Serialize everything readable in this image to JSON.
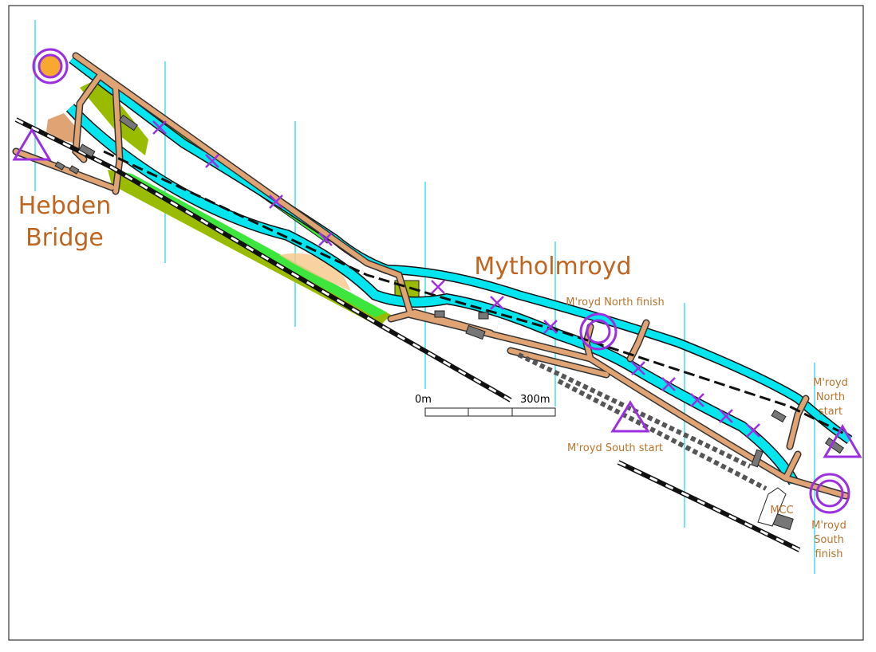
{
  "map": {
    "places": {
      "hebden_line1": "Hebden",
      "hebden_line2": "Bridge",
      "mytholmroyd": "Mytholmroyd"
    },
    "labels": {
      "north_finish": "M'royd North finish",
      "south_start": "M'royd South start",
      "north_start": [
        "M'royd",
        "North",
        "start"
      ],
      "south_finish": [
        "M'royd",
        "South",
        "finish"
      ],
      "mcc": "MCC"
    },
    "scale_bar": {
      "start": "0m",
      "end": "300m"
    },
    "colors": {
      "water": "#00e5ee",
      "road": "#e0a374",
      "control": "#9b30e0",
      "text": "#c0651f",
      "green": "#3ce63c",
      "olive": "#99bb00",
      "building": "#7a7a7a",
      "north_lines": "#40e0e8"
    }
  }
}
